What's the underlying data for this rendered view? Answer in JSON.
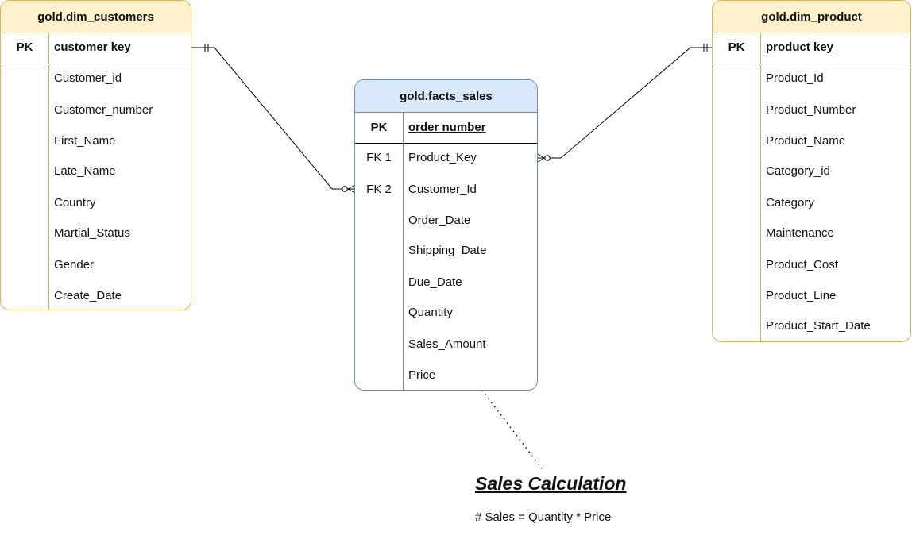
{
  "colors": {
    "dim_header": "#fff2cc",
    "dim_border": "#d6b656",
    "fact_header": "#dae8fc",
    "fact_border": "#6c8ebf",
    "line": "#000000"
  },
  "tables": {
    "dim_customers": {
      "title": "gold.dim_customers",
      "pk_label": "PK",
      "pk_field": "customer key",
      "fields": [
        "Customer_id",
        "Customer_number",
        "First_Name",
        "Late_Name",
        "Country",
        "Martial_Status",
        "Gender",
        "Create_Date"
      ]
    },
    "facts_sales": {
      "title": "gold.facts_sales",
      "pk_label": "PK",
      "pk_field": "order number",
      "fk1_label": "FK 1",
      "fk2_label": "FK 2",
      "fields": [
        "Product_Key",
        "Customer_Id",
        "Order_Date",
        "Shipping_Date",
        "Due_Date",
        "Quantity",
        "Sales_Amount",
        "Price"
      ]
    },
    "dim_product": {
      "title": "gold.dim_product",
      "pk_label": "PK",
      "pk_field": "product key",
      "fields": [
        "Product_Id",
        "Product_Number",
        "Product_Name",
        "Category_id",
        "Category",
        "Maintenance",
        "Product_Cost",
        "Product_Line",
        "Product_Start_Date"
      ]
    }
  },
  "relationships": [
    {
      "from": "dim_customers.customer key",
      "to": "facts_sales.Customer_Id",
      "from_cardinality": "one-and-only-one",
      "to_cardinality": "zero-or-many"
    },
    {
      "from": "dim_product.product key",
      "to": "facts_sales.Product_Key",
      "from_cardinality": "one-and-only-one",
      "to_cardinality": "zero-or-many"
    }
  ],
  "note": {
    "title": "Sales Calculation",
    "body": "# Sales = Quantity * Price"
  }
}
